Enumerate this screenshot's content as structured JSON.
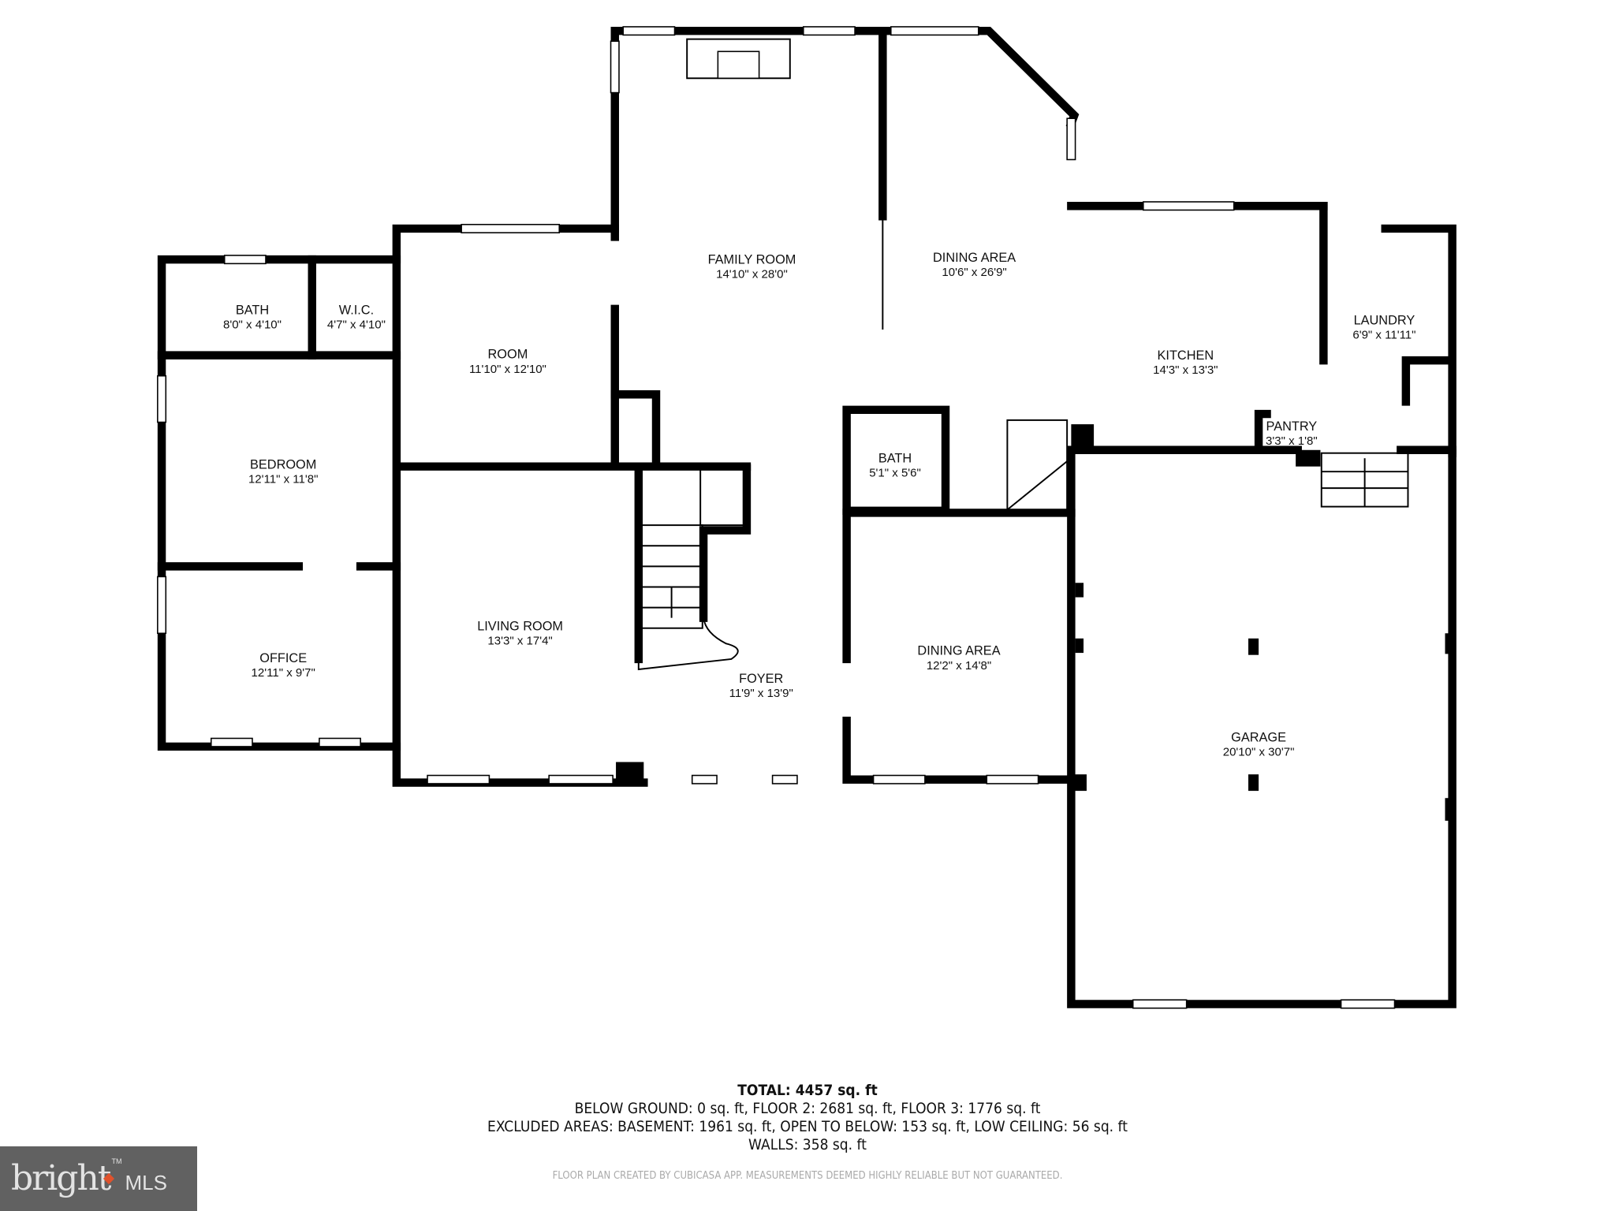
{
  "rooms": [
    {
      "name": "FAMILY ROOM",
      "dims": "14'10\" x 28'0\""
    },
    {
      "name": "DINING AREA",
      "dims": "10'6\" x 26'9\""
    },
    {
      "name": "KITCHEN",
      "dims": "14'3\" x 13'3\""
    },
    {
      "name": "LAUNDRY",
      "dims": "6'9\" x 11'11\""
    },
    {
      "name": "PANTRY",
      "dims": "3'3\" x 1'8\""
    },
    {
      "name": "BATH",
      "dims": "8'0\" x 4'10\""
    },
    {
      "name": "W.I.C.",
      "dims": "4'7\" x 4'10\""
    },
    {
      "name": "ROOM",
      "dims": "11'10\" x 12'10\""
    },
    {
      "name": "BEDROOM",
      "dims": "12'11\" x 11'8\""
    },
    {
      "name": "OFFICE",
      "dims": "12'11\" x 9'7\""
    },
    {
      "name": "LIVING ROOM",
      "dims": "13'3\" x 17'4\""
    },
    {
      "name": "FOYER",
      "dims": "11'9\" x 13'9\""
    },
    {
      "name": "BATH",
      "dims": "5'1\" x 5'6\""
    },
    {
      "name": "DINING AREA",
      "dims": "12'2\" x 14'8\""
    },
    {
      "name": "GARAGE",
      "dims": "20'10\" x 30'7\""
    }
  ],
  "summary": {
    "total": "TOTAL: 4457 sq. ft",
    "line1": "BELOW GROUND: 0 sq. ft, FLOOR 2: 2681 sq. ft, FLOOR 3: 1776 sq. ft",
    "line2": "EXCLUDED AREAS: BASEMENT: 1961 sq. ft, OPEN TO BELOW: 153 sq. ft, LOW CEILING: 56 sq. ft",
    "line3": "WALLS: 358 sq. ft"
  },
  "disclaimer": "FLOOR PLAN CREATED BY CUBICASA APP. MEASUREMENTS DEEMED HIGHLY RELIABLE BUT NOT GUARANTEED.",
  "logo": {
    "brand": "bright",
    "suffix": "MLS",
    "tm": "TM",
    "accent": "#e0522c",
    "background": "#616161"
  }
}
